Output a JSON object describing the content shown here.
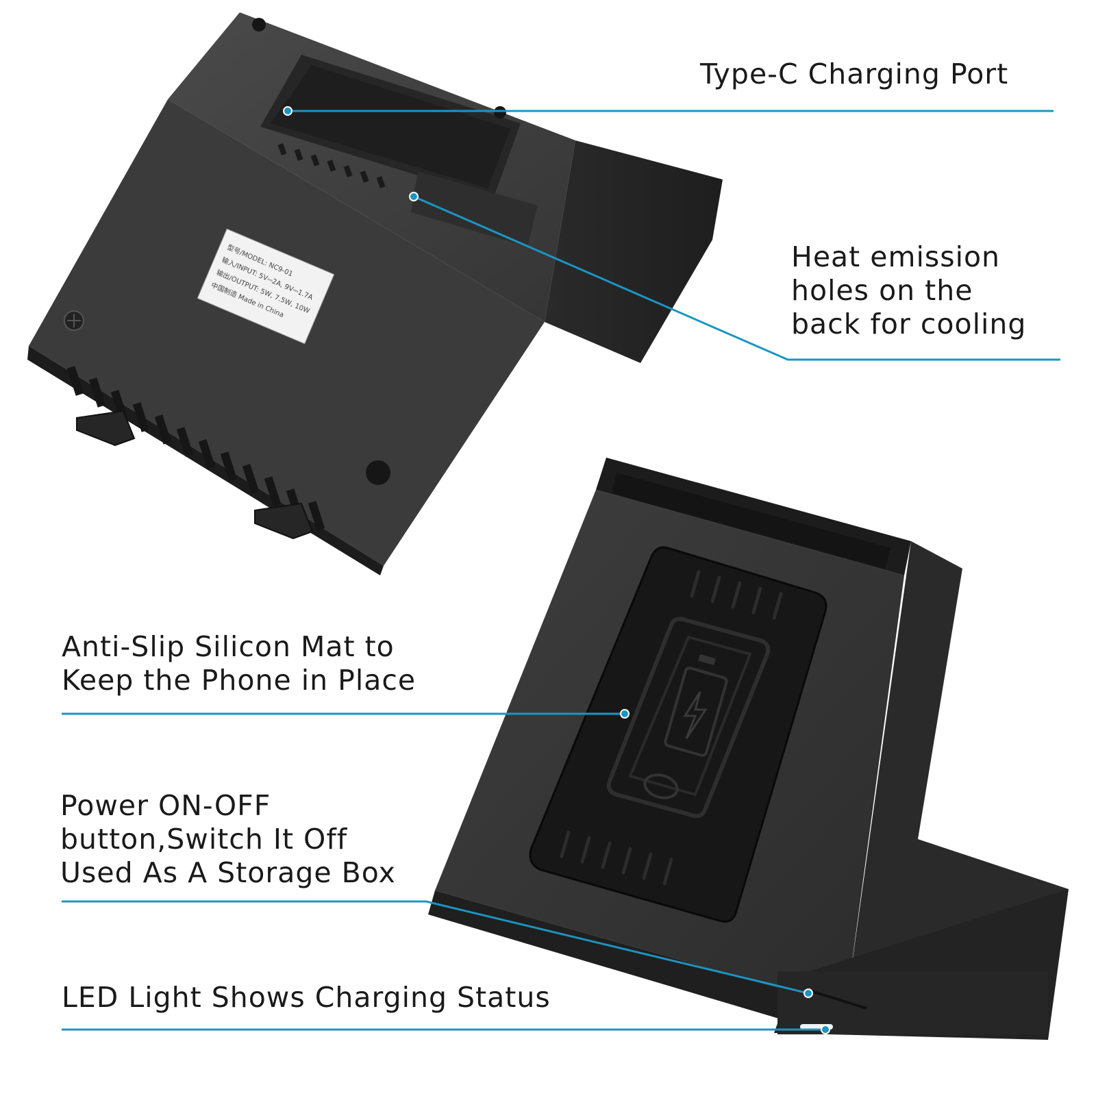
{
  "callouts": {
    "type_c_port": {
      "lines": [
        "Type-C Charging Port"
      ]
    },
    "heat_holes": {
      "lines": [
        "Heat emission",
        "holes on the",
        "back for cooling"
      ]
    },
    "anti_slip_mat": {
      "lines": [
        "Anti-Slip Silicon Mat to",
        "Keep the Phone in Place"
      ]
    },
    "power_button": {
      "lines": [
        "Power ON-OFF",
        "button,Switch It Off",
        "Used As A Storage Box"
      ]
    },
    "led_light": {
      "lines": [
        "LED Light Shows Charging Status"
      ]
    }
  },
  "product_label": {
    "lines": [
      "型号/MODEL: NC9-01",
      "输入/INPUT: 5V⎓2A, 9V⎓1.7A",
      "输出/OUTPUT: 5W, 7.5W, 10W",
      "中国制造 Made in China"
    ]
  },
  "colors": {
    "leader_line": "#1b95c4",
    "device_body": "#3a3a3a",
    "device_dark": "#1c1c1c",
    "text": "#1a1a1a"
  }
}
